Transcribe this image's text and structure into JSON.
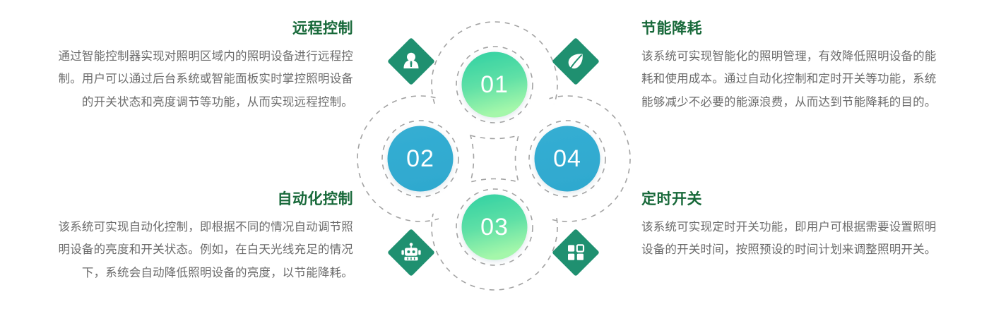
{
  "page": {
    "background_color": "#ffffff",
    "title_color": "#18693a",
    "body_color": "#6c6c6c"
  },
  "blocks": [
    {
      "id": "remote-control",
      "title": "远程控制",
      "body": "通过智能控制器实现对照明区域内的照明设备进行远程控制。用户可以通过后台系统或智能面板实时掌控照明设备的开关状态和亮度调节等功能，从而实现远程控制。",
      "align": "right",
      "number": "01"
    },
    {
      "id": "energy-saving",
      "title": "节能降耗",
      "body": "该系统可实现智能化的照明管理，有效降低照明设备的能耗和使用成本。通过自动化控制和定时开关等功能，系统能够减少不必要的能源浪费，从而达到节能降耗的目的。",
      "align": "left",
      "number": "04"
    },
    {
      "id": "automation-control",
      "title": "自动化控制",
      "body": "该系统可实现自动化控制，即根据不同的情况自动调节照明设备的亮度和开关状态。例如，在白天光线充足的情况下，系统会自动降低照明设备的亮度，以节能降耗。",
      "align": "right",
      "number": "02"
    },
    {
      "id": "timed-switch",
      "title": "定时开关",
      "body": "该系统可实现定时开关功能，即用户可根据需要设置照明设备的开关时间，按照预设的时间计划来调整照明开关。",
      "align": "left",
      "number": "03"
    }
  ],
  "diagram": {
    "type": "four-node-circular-infographic",
    "dash_color": "#9e9e9e",
    "nodes": [
      {
        "id": "node-01",
        "number": "01",
        "position": "top",
        "color_start": "#35d0a0",
        "color_end": "#9ef7a8"
      },
      {
        "id": "node-02",
        "number": "02",
        "position": "left",
        "color_start": "#32abd1",
        "color_end": "#32abd1"
      },
      {
        "id": "node-03",
        "number": "03",
        "position": "bottom",
        "color_start": "#35d0a0",
        "color_end": "#9ef7a8"
      },
      {
        "id": "node-04",
        "number": "04",
        "position": "right",
        "color_start": "#32abd1",
        "color_end": "#32abd1"
      }
    ],
    "icons": [
      {
        "id": "badge-user",
        "icon": "user-icon",
        "position": "top-left",
        "color": "#1f9070"
      },
      {
        "id": "badge-leaf",
        "icon": "leaf-icon",
        "position": "top-right",
        "color": "#1f9070"
      },
      {
        "id": "badge-robot",
        "icon": "robot-icon",
        "position": "bottom-left",
        "color": "#1f9070"
      },
      {
        "id": "badge-dashboard",
        "icon": "dashboard-icon",
        "position": "bottom-right",
        "color": "#1f9070"
      }
    ]
  }
}
